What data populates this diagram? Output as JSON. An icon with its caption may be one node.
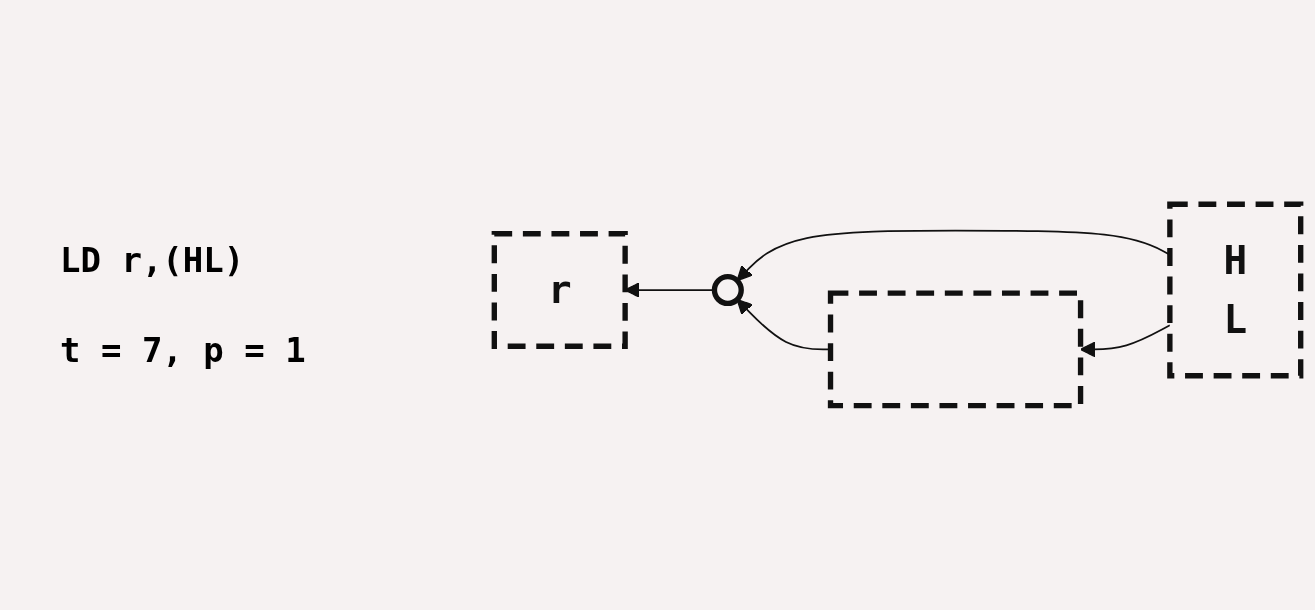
{
  "diagram": {
    "nodes": [
      {
        "text": [
          "H",
          "L"
        ]
      },
      {
        "text": [
          "r"
        ]
      },
      {
        "text": [],
        "shape": "circle"
      },
      {
        "text": [],
        "shape": "box"
      }
    ],
    "edges": [
      {
        "from": 0,
        "to": 2,
        "arrow": "to"
      },
      {
        "from": 0,
        "to": 3,
        "arrow": "to"
      },
      {
        "from": 3,
        "to": 2,
        "arrow": "to"
      },
      {
        "from": 2,
        "to": 1,
        "arrow": "to"
      }
    ],
    "labels": [
      "LD r,(HL)",
      "t = 7, p = 1"
    ]
  }
}
